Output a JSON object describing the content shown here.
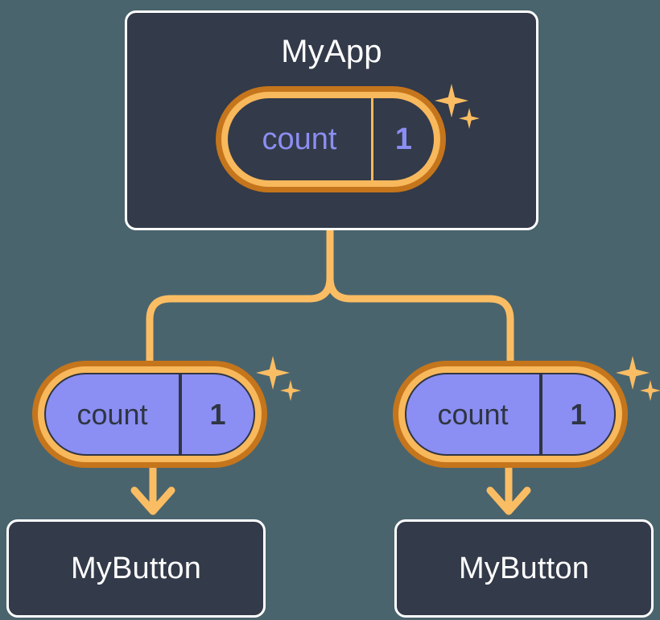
{
  "diagram": {
    "title": "MyApp",
    "background_color": "#4a646d",
    "accent_color": "#fbbd63",
    "wire_color": "#fbbd63",
    "pill_ring_outer_color": "#c5751b",
    "pill_ring_inner_color": "#f8b85c",
    "card_fill_color": "#333a49",
    "card_border_color": "#ffffff",
    "state_purple_color": "#8b8ef2",
    "state_text_dark_color": "#2f3542"
  },
  "root": {
    "label": "MyApp",
    "state": {
      "key": "count",
      "value": "1"
    }
  },
  "children": [
    {
      "state": {
        "key": "count",
        "value": "1"
      },
      "label": "MyButton"
    },
    {
      "state": {
        "key": "count",
        "value": "1"
      },
      "label": "MyButton"
    }
  ],
  "icons": {
    "sparkle_large": "sparkle-icon",
    "sparkle_small": "sparkle-icon",
    "arrow_down": "arrow-down-icon"
  }
}
